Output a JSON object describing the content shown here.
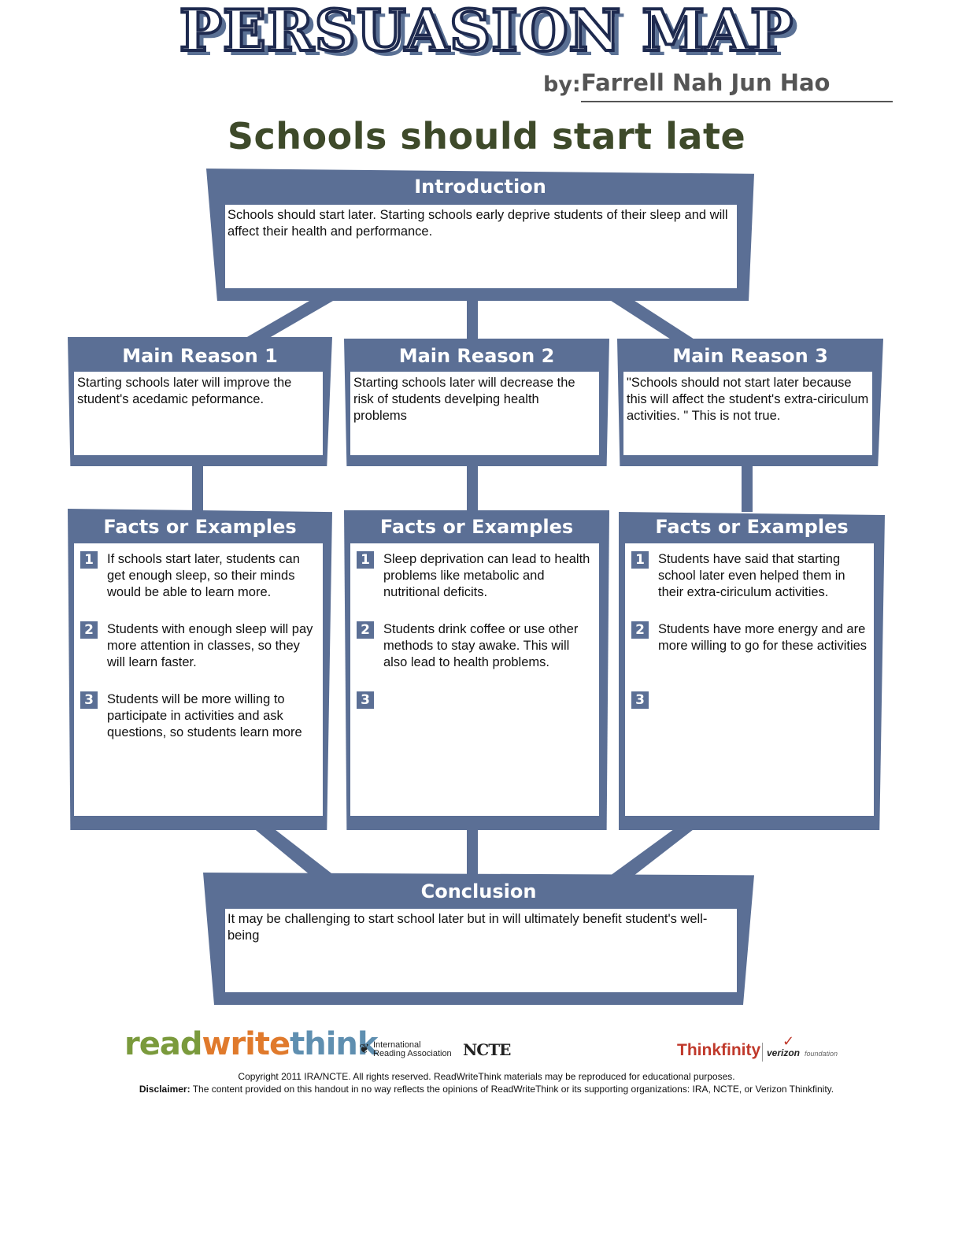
{
  "header": {
    "title": "PERSUASION MAP",
    "by_label": "by:",
    "author": "Farrell Nah Jun Hao",
    "topic": "Schools should start late"
  },
  "introduction": {
    "title": "Introduction",
    "text": "Schools should start later. Starting schools early deprive students of their sleep and will affect their health and performance."
  },
  "reasons": [
    {
      "title": "Main Reason 1",
      "text": "Starting schools later will improve the student's acedamic peformance.",
      "facts_title": "Facts or Examples",
      "facts": [
        {
          "num": "1",
          "text": "If schools start later, students can get enough sleep, so their minds would be able to learn more."
        },
        {
          "num": "2",
          "text": "Students with enough sleep will pay more attention in classes, so they will learn faster."
        },
        {
          "num": "3",
          "text": "Students will be more willing to participate in activities and ask questions, so students learn more"
        }
      ]
    },
    {
      "title": "Main Reason 2",
      "text": "Starting schools later will decrease the risk of students develping health problems",
      "facts_title": "Facts or Examples",
      "facts": [
        {
          "num": "1",
          "text": "Sleep deprivation can lead to health problems like metabolic and nutritional deficits."
        },
        {
          "num": "2",
          "text": "Students  drink coffee or use other methods to stay awake. This will also lead to health problems."
        },
        {
          "num": "3",
          "text": ""
        }
      ]
    },
    {
      "title": "Main Reason 3",
      "text": "\"Schools should not start later because this will affect the student's extra-ciriculum activities. \" This is not true.",
      "facts_title": "Facts or Examples",
      "facts": [
        {
          "num": "1",
          "text": "Students have said that starting school later even helped them in their extra-ciriculum activities."
        },
        {
          "num": "2",
          "text": "Students have more energy and are more willing to go for these activities"
        },
        {
          "num": "3",
          "text": ""
        }
      ]
    }
  ],
  "conclusion": {
    "title": "Conclusion",
    "text": "It may be challenging to start school later but in will ultimately benefit student's well-being"
  },
  "footer": {
    "logo_read": "read",
    "logo_write": "write",
    "logo_think": "think",
    "ira_line1": "International",
    "ira_line2": "Reading Association",
    "ncte": "NCTE",
    "thinkfinity": "Thinkfinity",
    "verizon": "verizon",
    "foundation": "foundation",
    "copyright": "Copyright 2011 IRA/NCTE. All rights reserved. ReadWriteThink materials may be reproduced for educational purposes.",
    "disclaimer_label": "Disclaimer:",
    "disclaimer_text": " The content provided on this handout in no way reflects the opinions of ReadWriteThink or its supporting organizations: IRA, NCTE, or Verizon Thinkfinity."
  },
  "colors": {
    "panel": "#5b6f95",
    "title_stroke": "#1e2a4f",
    "topic": "#3e4a2a"
  }
}
